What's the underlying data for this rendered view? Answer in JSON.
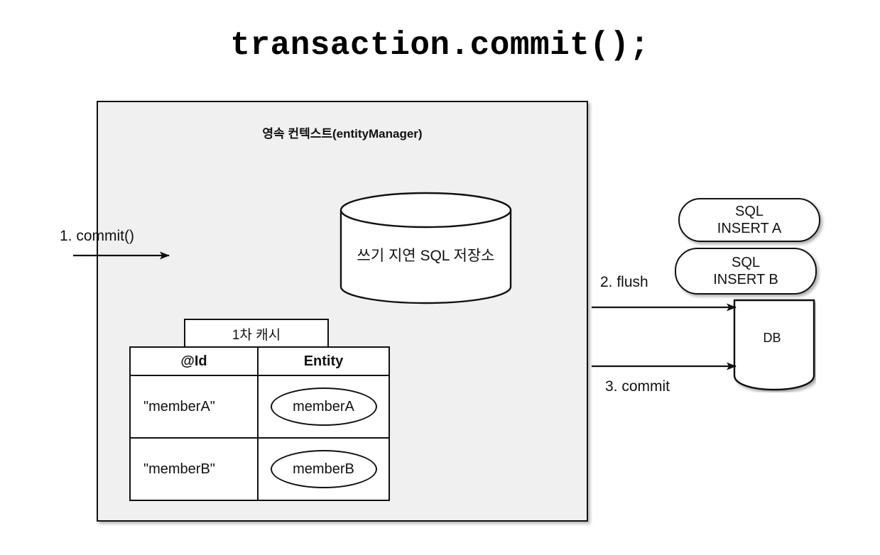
{
  "title": "transaction.commit();",
  "persistence_context": {
    "label": "영속 컨텍스트(entityManager)",
    "bg_color": "#f0f0f0",
    "border_color": "#111111"
  },
  "sql_store": {
    "label": "쓰기 지연 SQL 저장소",
    "shape": "cylinder"
  },
  "cache": {
    "caption": "1차 캐시",
    "headers": [
      "@Id",
      "Entity"
    ],
    "rows": [
      {
        "id": "\"memberA\"",
        "entity": "memberA"
      },
      {
        "id": "\"memberB\"",
        "entity": "memberB"
      }
    ]
  },
  "sql_statements": [
    {
      "line1": "SQL",
      "line2": "INSERT A"
    },
    {
      "line1": "SQL",
      "line2": "INSERT B"
    }
  ],
  "database": {
    "label": "DB",
    "shape": "cylinder"
  },
  "arrows": [
    {
      "label": "1. commit()"
    },
    {
      "label": "2. flush"
    },
    {
      "label": "3. commit"
    }
  ]
}
